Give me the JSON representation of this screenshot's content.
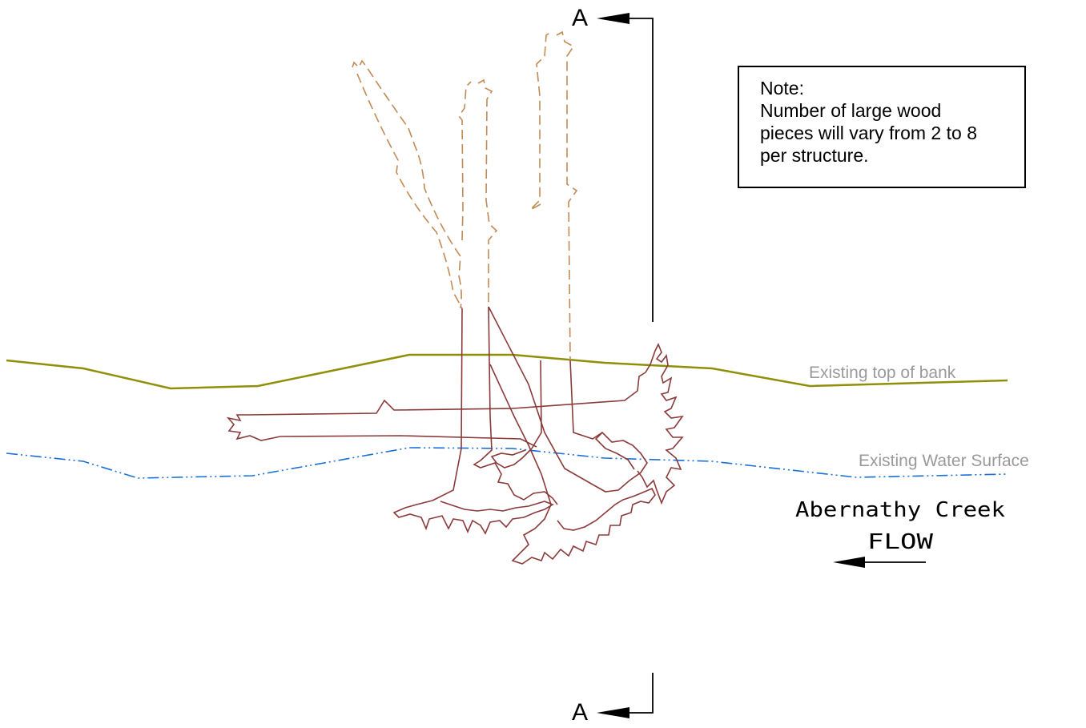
{
  "section": {
    "top_label": "A",
    "bottom_label": "A"
  },
  "note": {
    "heading": "Note:",
    "lines": [
      "Number of large wood",
      "pieces will vary from 2 to 8",
      "per structure."
    ]
  },
  "labels": {
    "top_of_bank": "Existing top of bank",
    "water_surface": "Existing Water Surface",
    "creek_name": "Abernathy Creek",
    "flow": "FLOW"
  },
  "colors": {
    "bank_line": "#8f8f0a",
    "water_line": "#1a6fd6",
    "wood_solid": "#8b3a3a",
    "wood_dashed": "#c28a55",
    "label_gray": "#9a9a9a"
  },
  "icons": [
    "section-arrow-icon",
    "flow-arrow-icon"
  ]
}
